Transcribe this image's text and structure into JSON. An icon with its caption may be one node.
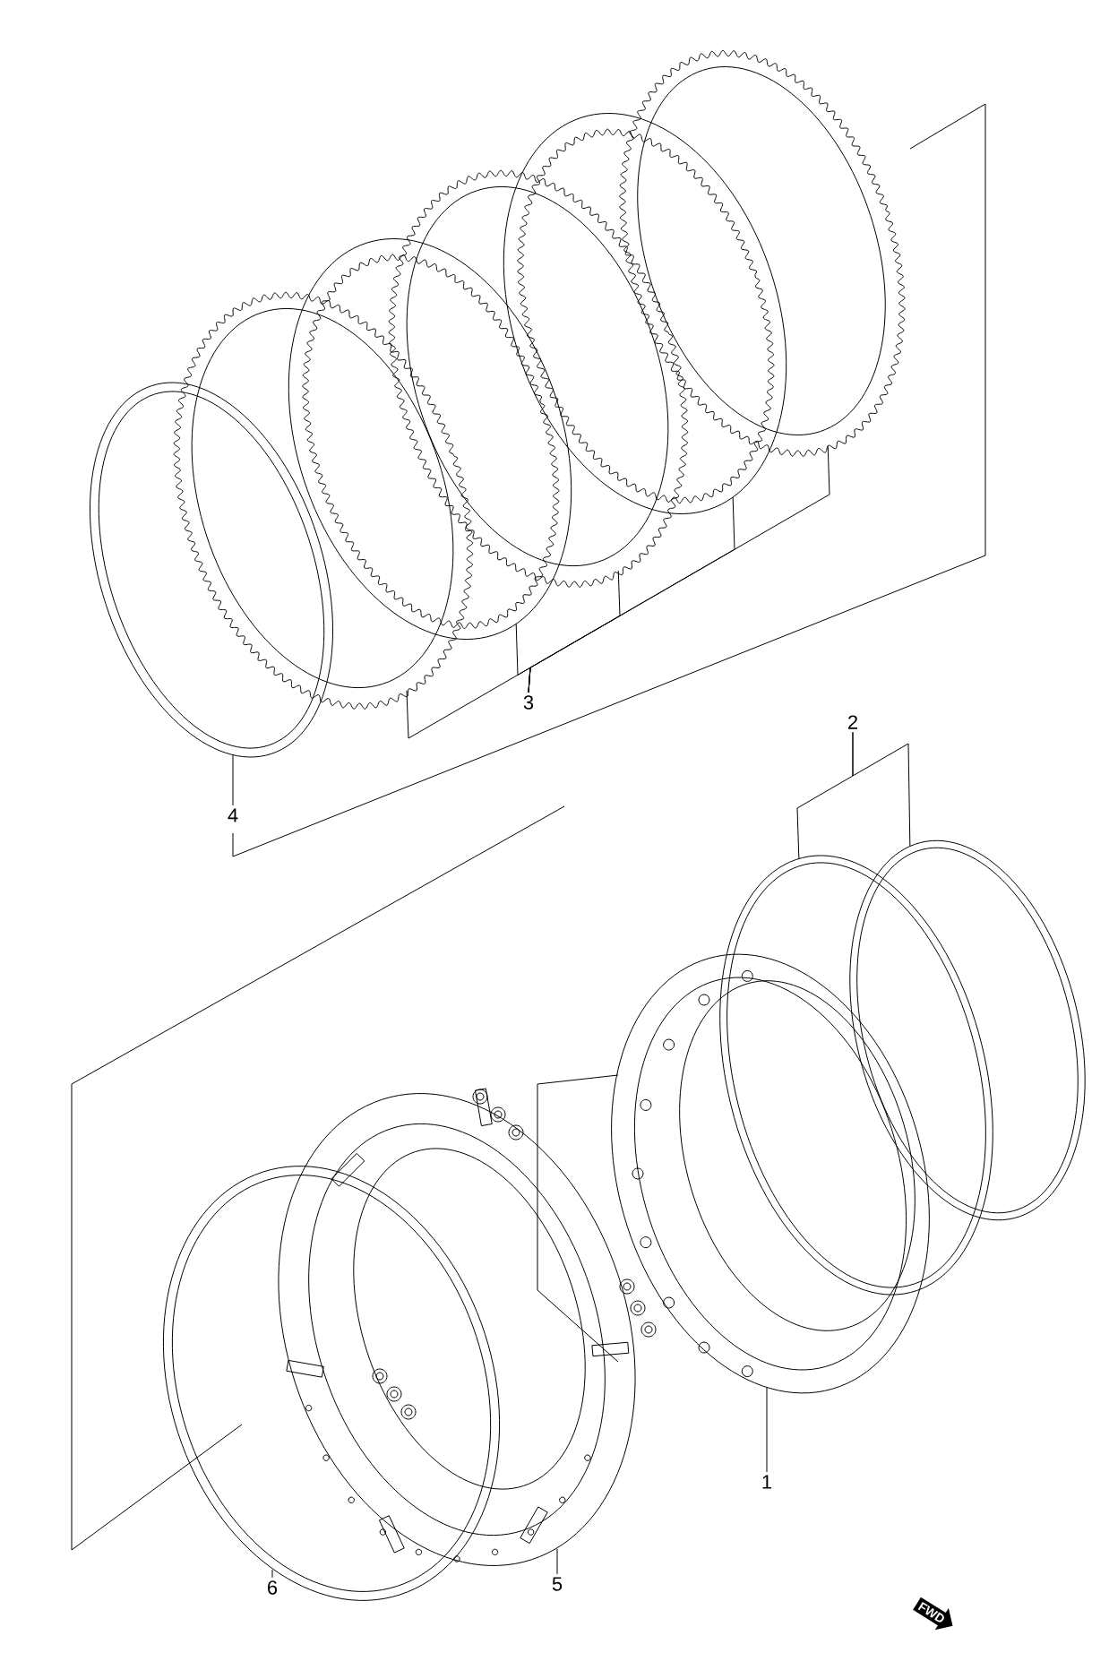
{
  "diagram": {
    "nodes": [
      {
        "text": [
          "3"
        ]
      },
      {
        "text": [
          "2"
        ]
      },
      {
        "text": [
          "4"
        ]
      },
      {
        "text": [
          "1"
        ]
      },
      {
        "text": [
          "5"
        ]
      },
      {
        "text": [
          "6"
        ]
      },
      {
        "text": [],
        "shape": "picture"
      },
      {
        "text": [],
        "shape": "picture"
      },
      {
        "text": [],
        "shape": "picture"
      },
      {
        "text": [],
        "shape": "picture"
      },
      {
        "text": [],
        "shape": "picture"
      },
      {
        "text": [],
        "shape": "picture"
      },
      {
        "text": [],
        "shape": "picture"
      },
      {
        "text": [],
        "shape": "picture"
      },
      {
        "text": [],
        "shape": "picture"
      },
      {
        "text": [],
        "shape": "picture"
      },
      {
        "text": [],
        "shape": "picture"
      }
    ],
    "edges": [
      {
        "from": 0,
        "to": 7,
        "arrow": "none"
      },
      {
        "from": 0,
        "to": 8,
        "arrow": "none"
      },
      {
        "from": 0,
        "to": 9,
        "arrow": "none"
      },
      {
        "from": 0,
        "to": 10,
        "arrow": "none"
      },
      {
        "from": 0,
        "to": 11,
        "arrow": "none"
      },
      {
        "from": 1,
        "to": 12,
        "arrow": "none"
      },
      {
        "from": 1,
        "to": 13,
        "arrow": "none"
      },
      {
        "from": 2,
        "to": 6,
        "arrow": "none"
      },
      {
        "from": 3,
        "to": 14,
        "arrow": "none"
      },
      {
        "from": 4,
        "to": 15,
        "arrow": "none"
      },
      {
        "from": 5,
        "to": 16,
        "arrow": "none"
      }
    ],
    "labels": [
      "FWD"
    ]
  }
}
